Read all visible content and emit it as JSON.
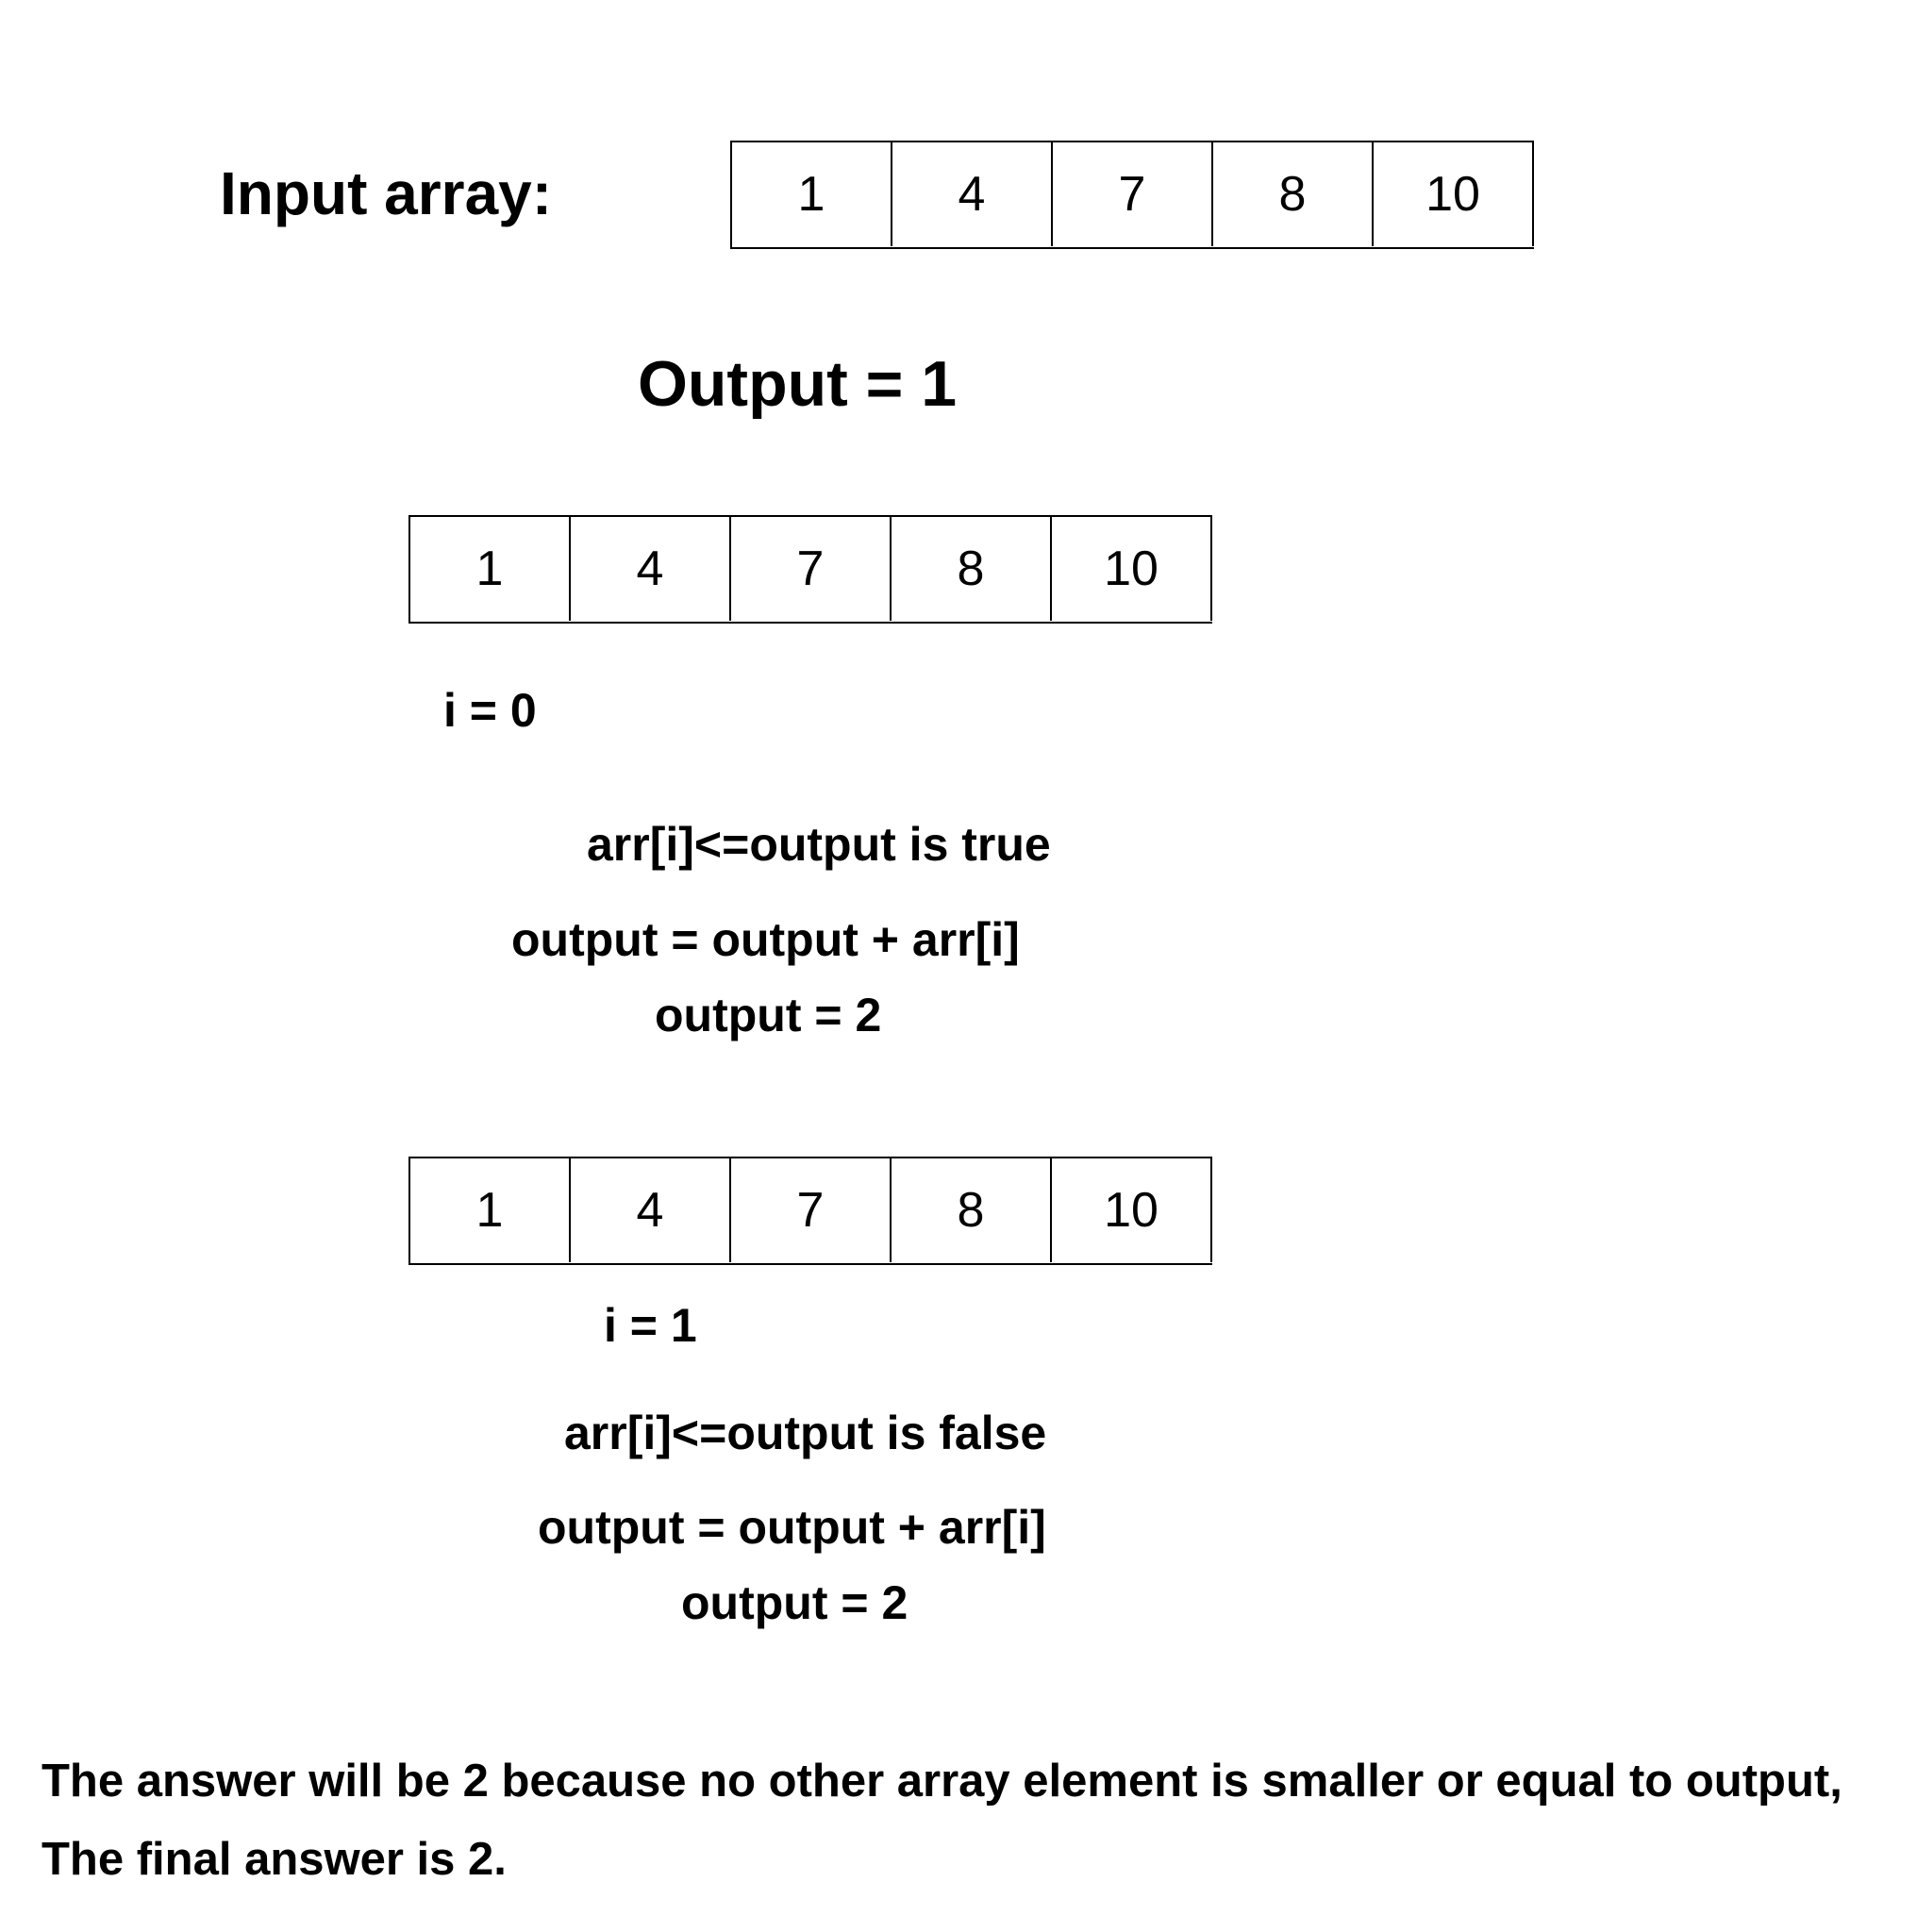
{
  "input_label": "Input array:",
  "output_heading": "Output = 1",
  "arrays": {
    "top": [
      "1",
      "4",
      "7",
      "8",
      "10"
    ],
    "step1": [
      "1",
      "4",
      "7",
      "8",
      "10"
    ],
    "step2": [
      "1",
      "4",
      "7",
      "8",
      "10"
    ]
  },
  "step1": {
    "index": "i = 0",
    "condition": "arr[i]<=output is true",
    "formula": "output = output + arr[i]",
    "result": "output = 2"
  },
  "step2": {
    "index": "i = 1",
    "condition": "arr[i]<=output is false",
    "formula": "output = output + arr[i]",
    "result": "output = 2"
  },
  "conclusion": {
    "line1": "The answer will be 2 because no other array element is smaller or equal to output,",
    "line2": "The final answer is 2."
  }
}
